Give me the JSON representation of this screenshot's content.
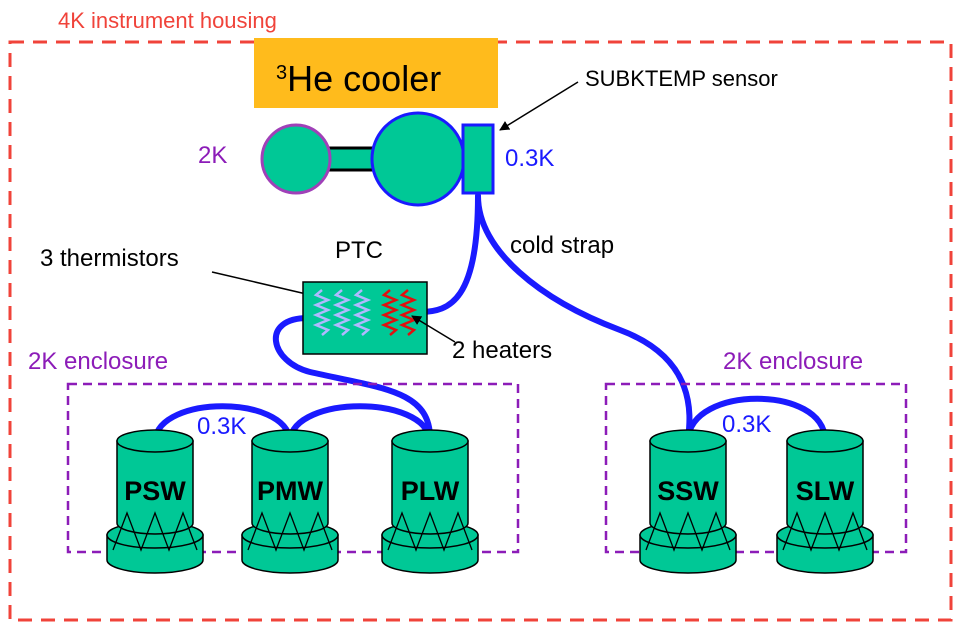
{
  "housing": {
    "label": "4K instrument housing"
  },
  "cooler": {
    "title_sup": "3",
    "title_main": "He cooler"
  },
  "sensor": {
    "label": "SUBKTEMP sensor"
  },
  "temps": {
    "pot_2k": "2K",
    "pot_03k": "0.3K",
    "left_array": "0.3K",
    "right_array": "0.3K"
  },
  "labels": {
    "cold_strap": "cold strap",
    "thermistors": "3 thermistors",
    "ptc": "PTC",
    "heaters": "2 heaters",
    "enclosure_left": "2K enclosure",
    "enclosure_right": "2K enclosure"
  },
  "detectors": [
    "PSW",
    "PMW",
    "PLW",
    "SSW",
    "SLW"
  ],
  "colors": {
    "housing": "#f0433a",
    "enclosure": "#8c1cb8",
    "strap": "#1a1aff",
    "component": "#00c896",
    "cooler_title_bg": "#ffbb1c",
    "heater": "#e01010",
    "thermistor": "#b0b8ff"
  }
}
